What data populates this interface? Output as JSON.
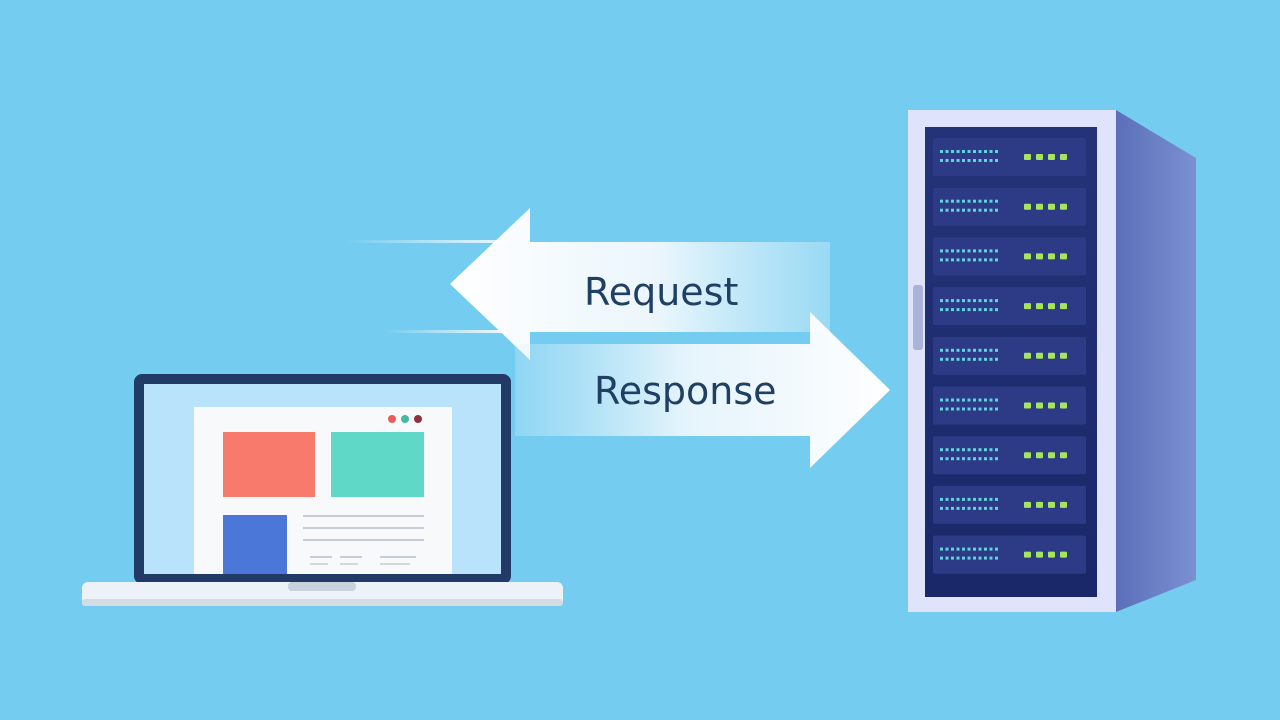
{
  "colors": {
    "background": "#74cdf0",
    "arrow": "#f3f9fd",
    "label_text": "#1f3f63",
    "laptop_frame": "#213a66",
    "laptop_screen": "#b9e3fb",
    "laptop_base": "#ecf2f7",
    "window_panel": "#f7f9fb",
    "card_red": "#f87a6d",
    "card_teal": "#5fd8c8",
    "card_blue": "#4a77d8",
    "dot_red": "#e85d59",
    "dot_teal": "#44b9a4",
    "dot_dark_red": "#8c3340",
    "server_front": "#dfe3fb",
    "server_side": "#6c83c8",
    "server_top": "#d8dff8",
    "server_inner": "#1e2d72",
    "server_bay": "#2d3b86",
    "server_vents": "#60d4de",
    "server_leds": "#a5e65d"
  },
  "diagram": {
    "request_label": "Request",
    "response_label": "Response"
  },
  "laptop": {
    "window_dots": [
      "dot_red",
      "dot_teal",
      "dot_dark_red"
    ]
  },
  "server": {
    "bay_count": 9
  }
}
